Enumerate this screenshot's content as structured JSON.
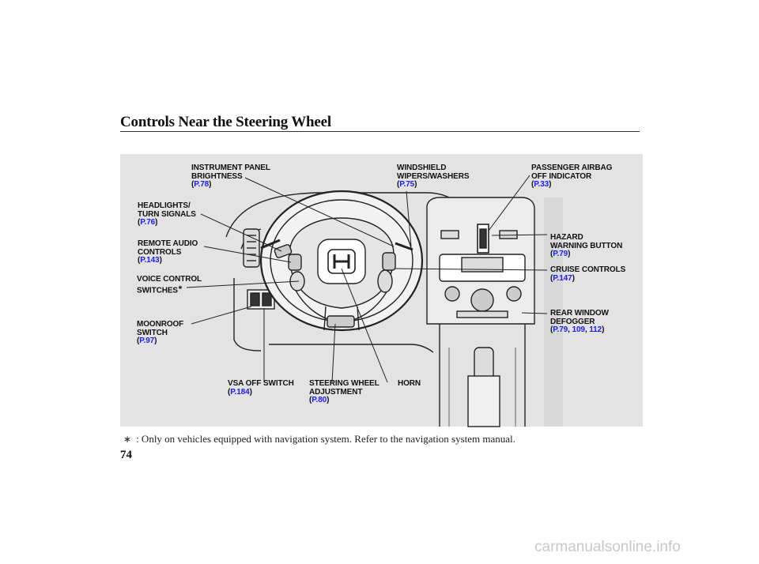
{
  "header": {
    "title": "Controls Near the Steering Wheel"
  },
  "labels": {
    "instrument_panel": {
      "lines": [
        "INSTRUMENT PANEL",
        "BRIGHTNESS"
      ],
      "ref": "P.78"
    },
    "windshield": {
      "lines": [
        "WINDSHIELD",
        "WIPERS/WASHERS"
      ],
      "ref": "P.75"
    },
    "passenger_airbag": {
      "lines": [
        "PASSENGER AIRBAG",
        "OFF INDICATOR"
      ],
      "ref": "P.33"
    },
    "headlights": {
      "lines": [
        "HEADLIGHTS/",
        "TURN SIGNALS"
      ],
      "ref": "P.76"
    },
    "remote_audio": {
      "lines": [
        "REMOTE AUDIO",
        "CONTROLS"
      ],
      "ref": "P.143"
    },
    "voice_control": {
      "lines": [
        "VOICE CONTROL",
        "SWITCHES"
      ],
      "asterisk": "∗"
    },
    "moonroof": {
      "lines": [
        "MOONROOF",
        "SWITCH"
      ],
      "ref": "P.97"
    },
    "hazard": {
      "lines": [
        "HAZARD",
        "WARNING BUTTON"
      ],
      "ref": "P.79"
    },
    "cruise": {
      "lines": [
        "CRUISE CONTROLS"
      ],
      "ref": "P.147"
    },
    "rear_window": {
      "lines": [
        "REAR WINDOW",
        "DEFOGGER"
      ],
      "refs": [
        "P.79",
        "109",
        "112"
      ]
    },
    "vsa": {
      "lines": [
        "VSA OFF SWITCH"
      ],
      "ref": "P.184"
    },
    "steering_adjust": {
      "lines": [
        "STEERING WHEEL",
        "ADJUSTMENT"
      ],
      "ref": "P.80"
    },
    "horn": {
      "lines": [
        "HORN"
      ]
    }
  },
  "footnote": {
    "star": "∗",
    "text": ": Only on vehicles equipped with navigation system. Refer to the navigation system manual."
  },
  "page_number": "74",
  "watermark": "carmanualsonline.info",
  "colors": {
    "panel": "#e3e3e3",
    "link": "#1a1aff",
    "line": "#222222"
  }
}
